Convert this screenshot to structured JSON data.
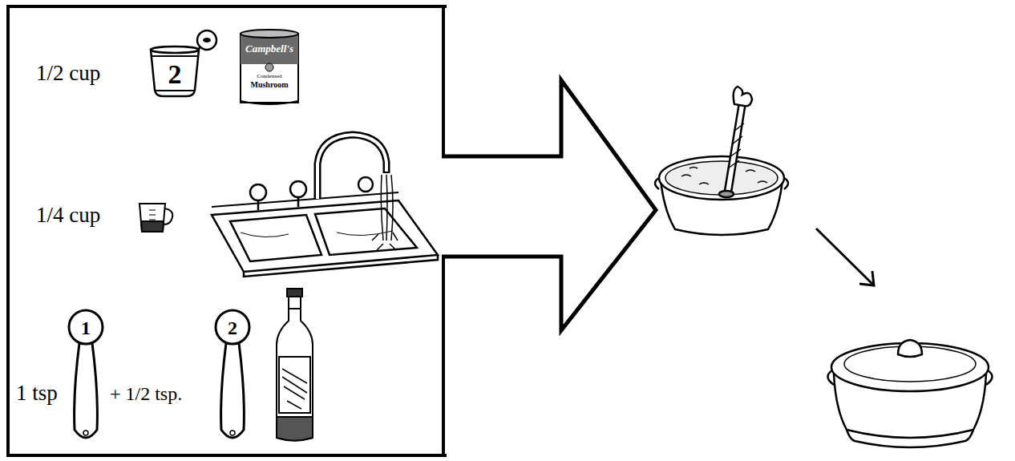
{
  "diagram": {
    "nodes": [
      {
        "text": [
          "1/2 cup",
          "1/4 cup",
          "1 tsp",
          "+ 1/2 tsp."
        ]
      }
    ],
    "labels": [
      "2",
      "Campbell's",
      "Condensed",
      "Mushroom",
      "1",
      "2"
    ]
  }
}
